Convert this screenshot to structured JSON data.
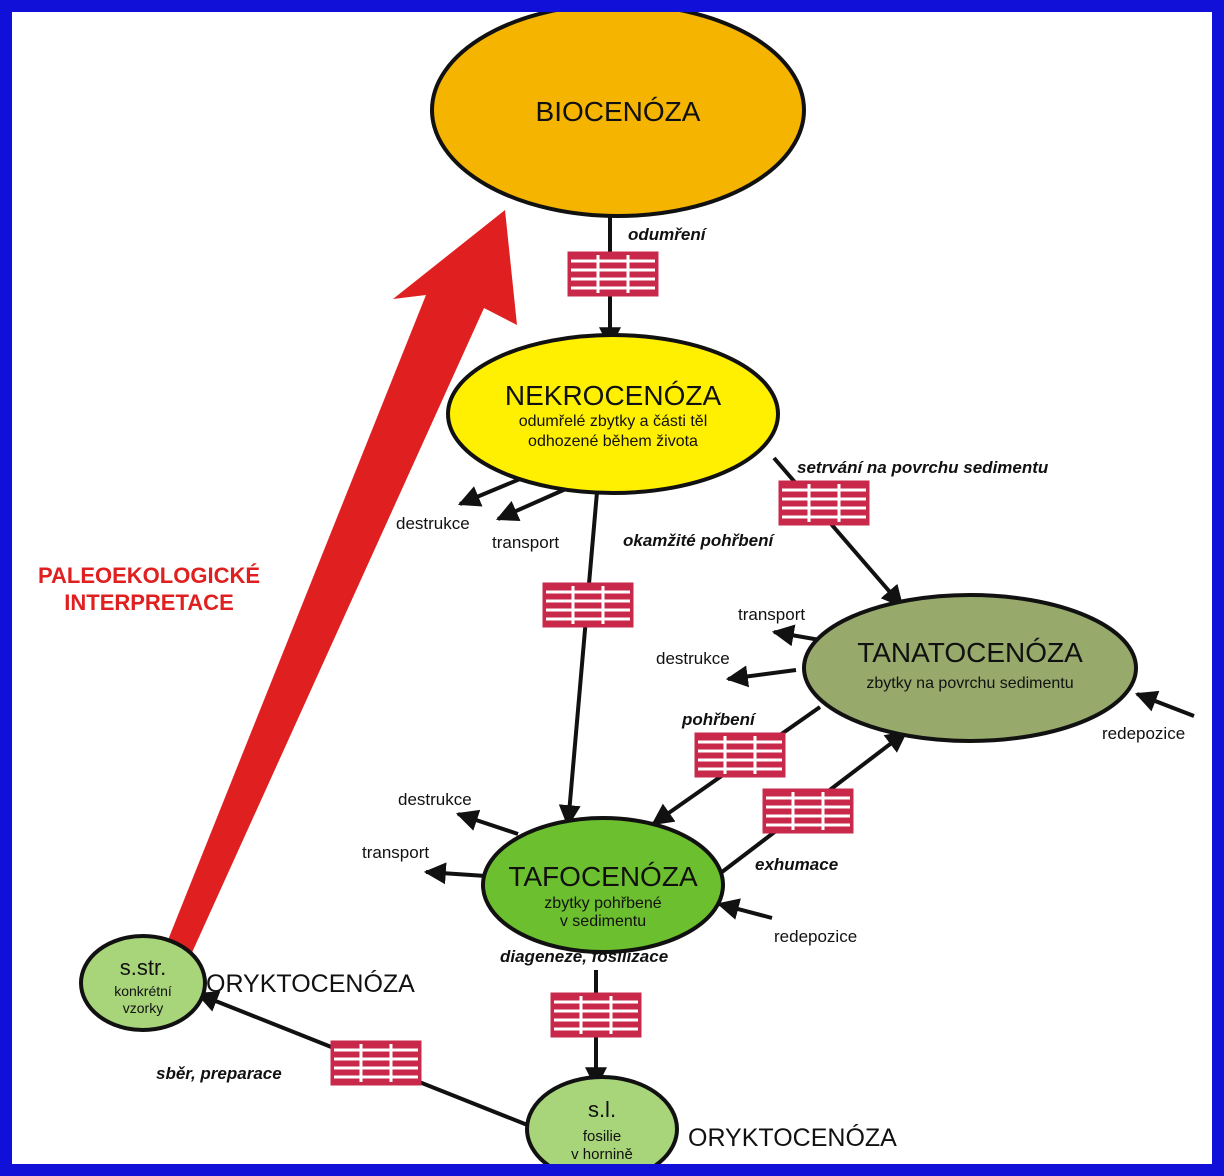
{
  "nodes": {
    "biocenoza": {
      "title": "BIOCENÓZA",
      "color": "#f4b400"
    },
    "nekrocenoza": {
      "title": "NEKROCENÓZA",
      "line1": "odumřelé zbytky a části těl",
      "line2": "odhozené během života",
      "color": "#ffef00"
    },
    "tanatocenoza": {
      "title": "TANATOCENÓZA",
      "line1": "zbytky na povrchu sedimentu",
      "color": "#97a96b"
    },
    "tafocenoza": {
      "title": "TAFOCENÓZA",
      "line1": "zbytky pohřbené",
      "line2": "v sedimentu",
      "color": "#6cbf2e"
    },
    "s_str": {
      "title": "s.str.",
      "line1": "konkrétní",
      "line2": "vzorky",
      "label": "ORYKTOCENÓZA",
      "color": "#a8d47a"
    },
    "s_l": {
      "title": "s.l.",
      "line1": "fosilie",
      "line2": "v hornině",
      "label": "ORYKTOCENÓZA",
      "color": "#a8d47a"
    }
  },
  "process_labels": {
    "odumreni": "odumření",
    "setrvani": "setrvání na povrchu sedimentu",
    "okamzite": "okamžité pohřbení",
    "pohrbeni": "pohřbení",
    "exhumace": "exhumace",
    "diageneze": "diageneze, fosilizace",
    "sber": "sběr, preparace"
  },
  "side_labels": {
    "destrukce_1": "destrukce",
    "transport_1": "transport",
    "transport_2": "transport",
    "destrukce_2": "destrukce",
    "redepozice_1": "redepozice",
    "destrukce_3": "destrukce",
    "transport_3": "transport",
    "redepozice_2": "redepozice"
  },
  "interpretation": {
    "line1": "PALEOEKOLOGICKÉ",
    "line2": "INTERPRETACE",
    "color": "#e02020"
  },
  "colors": {
    "frame": "#1010d8",
    "filter_icon": "#c8284a",
    "arrow": "#111111"
  }
}
